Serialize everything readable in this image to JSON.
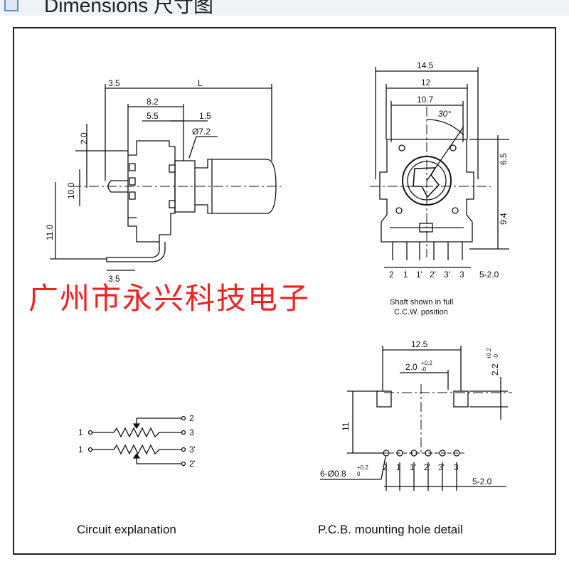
{
  "header": {
    "title": "Dimensions 尺寸图"
  },
  "watermark": {
    "text": "广州市永兴科技电子",
    "color": "#e22222"
  },
  "side_view": {
    "L": "L",
    "d3_5_top": "3.5",
    "d8_2": "8.2",
    "d5_5": "5.5",
    "d1_5": "1.5",
    "d2_0": "2.0",
    "d_phi": "Ø7.2",
    "d10_0": "10.0",
    "d11_0": "11.0",
    "d3_5_bottom": "3.5"
  },
  "front_view": {
    "d14_5": "14.5",
    "d12": "12",
    "d10_7": "10.7",
    "angle": "30°",
    "d6_5": "6.5",
    "d9_4": "9.4",
    "pins": [
      "2",
      "1",
      "1'",
      "2'",
      "3'",
      "3"
    ],
    "pitch": "5-2.0",
    "note_line1": "Shaft shown in full",
    "note_line2": "C.C.W. position"
  },
  "pcb_view": {
    "d12_5": "12.5",
    "d2_0": "2.0",
    "d2_0_tol_top": "+0.2",
    "d2_0_tol_bot": "-0",
    "d2_2": "2.2",
    "d2_2_tol_top": "+0.2",
    "d2_2_tol_bot": "-0",
    "d11": "11",
    "holes": "6-Ø0.8",
    "holes_tol_top": "+0.2",
    "holes_tol_bot": "0",
    "pins": [
      "2",
      "1",
      "1'",
      "2'",
      "3'",
      "3"
    ],
    "pitch": "5-2.0",
    "caption": "P.C.B.  mounting hole detail"
  },
  "circuit": {
    "left_labels": [
      "1",
      "1"
    ],
    "right_labels": [
      "2",
      "3",
      "3'",
      "2'"
    ],
    "caption": "Circuit explanation"
  }
}
